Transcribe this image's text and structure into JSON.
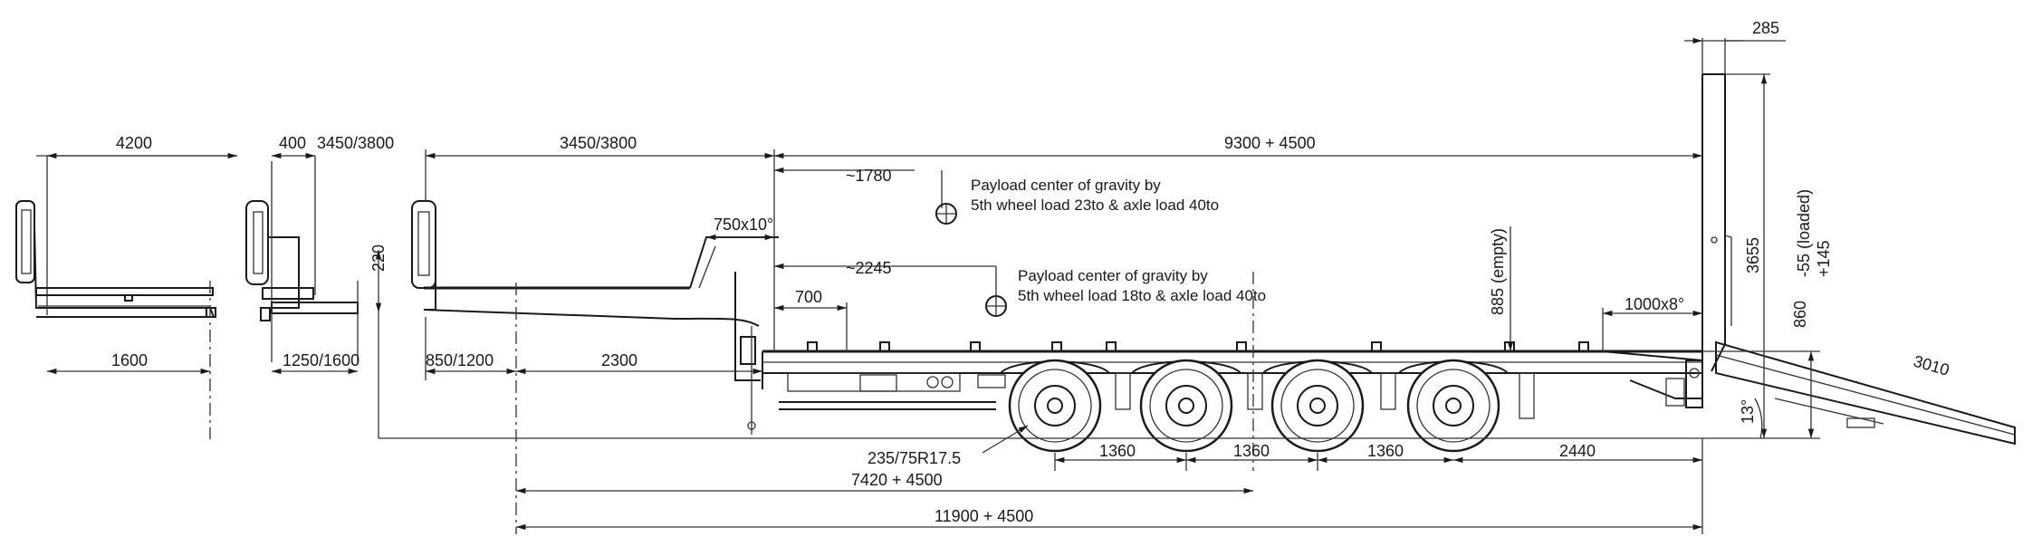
{
  "dimensions": {
    "top_4200": "4200",
    "top_400": "400",
    "top_3450_3800_a": "3450/3800",
    "top_3450_3800_b": "3450/3800",
    "top_9300_4500": "9300 + 4500",
    "top_285": "285",
    "left_1600": "1600",
    "left_1250_1600": "1250/1600",
    "left_850_1200": "850/1200",
    "left_2300": "2300",
    "left_220": "220",
    "neck_750": "750x10°",
    "deck_700": "700",
    "cog_1780": "~1780",
    "cog_2245": "~2245",
    "height_885": "885 (empty)",
    "rear_1000": "1000x8°",
    "height_3655": "3655",
    "height_860": "860",
    "height_loaded_a": "-55 (loaded)",
    "height_loaded_b": "+145",
    "ramp_3010": "3010",
    "angle_13": "13°",
    "tyre": "235/75R17.5",
    "axle_1360_a": "1360",
    "axle_1360_b": "1360",
    "axle_1360_c": "1360",
    "rear_2440": "2440",
    "overall_7420": "7420 + 4500",
    "overall_11900": "11900 + 4500"
  },
  "notes": {
    "cog1_line1": "Payload center of gravity by",
    "cog1_line2": "5th wheel load 23to & axle load 40to",
    "cog2_line1": "Payload center of gravity by",
    "cog2_line2": "5th wheel load 18to & axle load 40to"
  }
}
